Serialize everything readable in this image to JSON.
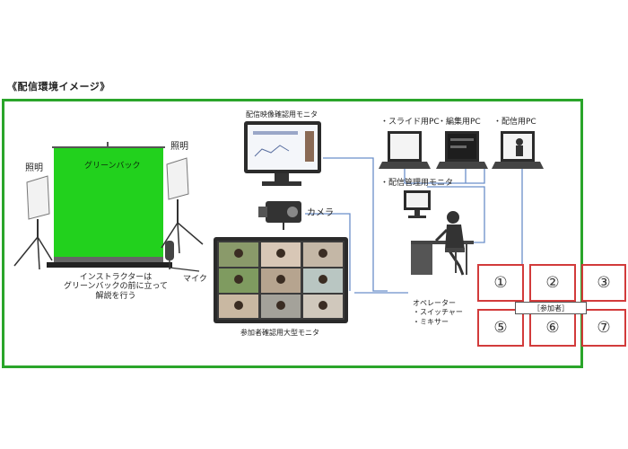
{
  "title": "《配信環境イメージ》",
  "labels": {
    "lighting_left": "照明",
    "lighting_right": "照明",
    "green_screen": "グリーンバック",
    "instructor_note": [
      "インストラクターは",
      "グリーンバックの前に立って",
      "解説を行う"
    ],
    "mic": "マイク",
    "camera": "カメラ",
    "video_monitor": "配信映像確認用モニタ",
    "participant_monitor": "参加者確認用大型モニタ",
    "slide_pc": "・スライド用PC",
    "edit_pc": "・編集用PC",
    "stream_pc": "・配信用PC",
    "stream_mgmt_monitor": "・配信管理用モニタ",
    "operator": [
      "オペレーター",
      "・スイッチャー",
      "・ミキサー"
    ],
    "participants_group": "［参加者］"
  },
  "participants": [
    "①",
    "②",
    "③",
    "⑤",
    "⑥",
    "⑦"
  ],
  "colors": {
    "frame_green": "#2aa52a",
    "green_screen": "#22d11d",
    "participant_red": "#d23b3b",
    "connector_blue": "#6b8fc9"
  }
}
